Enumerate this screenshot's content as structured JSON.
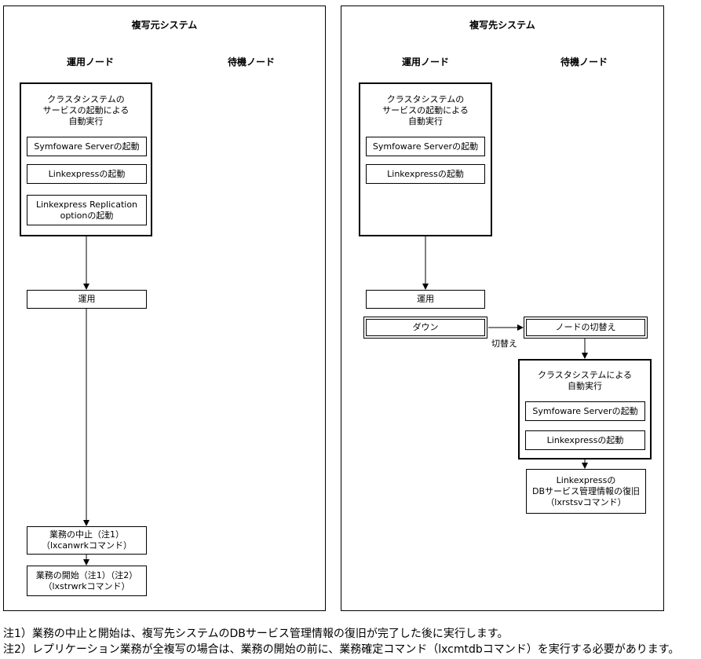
{
  "left": {
    "title": "複写元システム",
    "active_label": "運用ノード",
    "standby_label": "待機ノード",
    "group_title": "クラスタシステムの\nサービスの起動による\n自動実行",
    "steps": [
      "Symfoware Serverの起動",
      "Linkexpressの起動",
      "Linkexpress Replication\noptionの起動"
    ],
    "operation": "運用",
    "stop": "業務の中止（注1）\n（lxcanwrkコマンド）",
    "start": "業務の開始（注1）（注2）\n（lxstrwrkコマンド）"
  },
  "right": {
    "title": "複写先システム",
    "active_label": "運用ノード",
    "standby_label": "待機ノード",
    "group_title": "クラスタシステムの\nサービスの起動による\n自動実行",
    "steps": [
      "Symfoware Serverの起動",
      "Linkexpressの起動"
    ],
    "operation": "運用",
    "down": "ダウン",
    "switch_label": "切替え",
    "node_switch": "ノードの切替え",
    "standby_group_title": "クラスタシステムによる\n自動実行",
    "standby_steps": [
      "Symfoware Serverの起動",
      "Linkexpressの起動"
    ],
    "restore": "Linkexpressの\nDBサービス管理情報の復旧\n（lxrstsvコマンド）"
  },
  "notes": [
    "注1）業務の中止と開始は、複写先システムのDBサービス管理情報の復旧が完了した後に実行します。",
    "注2）レプリケーション業務が全複写の場合は、業務の開始の前に、業務確定コマンド（lxcmtdbコマンド）を実行する必要があります。"
  ]
}
